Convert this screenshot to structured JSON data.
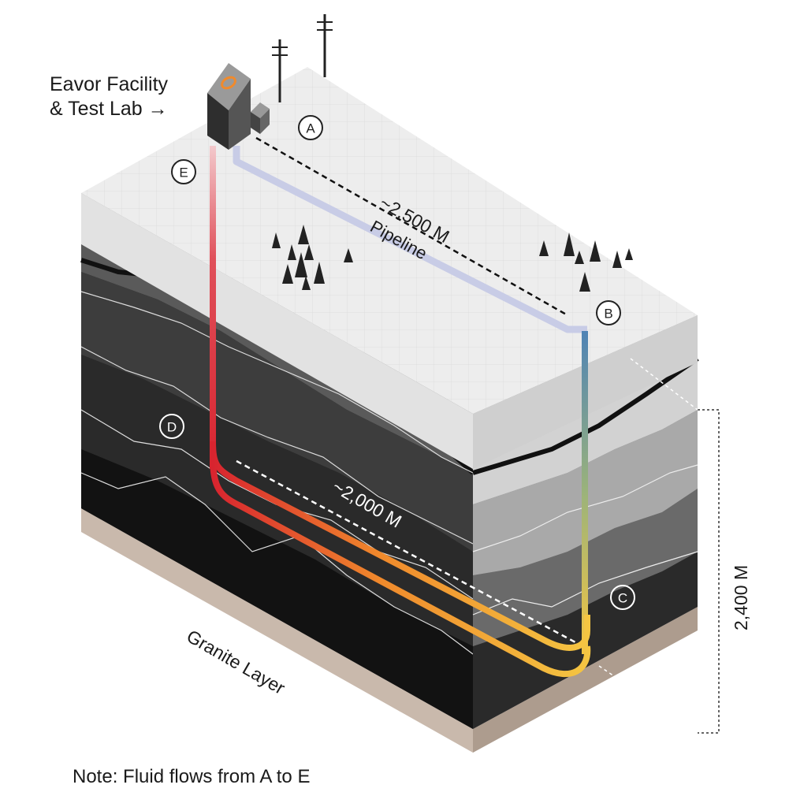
{
  "facility": {
    "line1": "Eavor Facility",
    "line2": "& Test Lab",
    "arrow": "→"
  },
  "markers": {
    "a": "A",
    "b": "B",
    "c": "C",
    "d": "D",
    "e": "E"
  },
  "surface_distance": "~2,500 M",
  "pipeline_label": "Pipeline",
  "lateral_distance": "~2,000 M",
  "depth_label": "2,400 M",
  "granite_label": "Granite Layer",
  "note": "Note: Fluid flows from A to E",
  "colors": {
    "hot_pipe": "#d8242f",
    "warm_pipe": "#f08a2c",
    "cool_pipe": "#f4c542",
    "cold_pipe": "#4f83b5",
    "surface": "#eeeeee",
    "rock_dark": "#1c1c1c",
    "granite": "#c9b9ac"
  }
}
